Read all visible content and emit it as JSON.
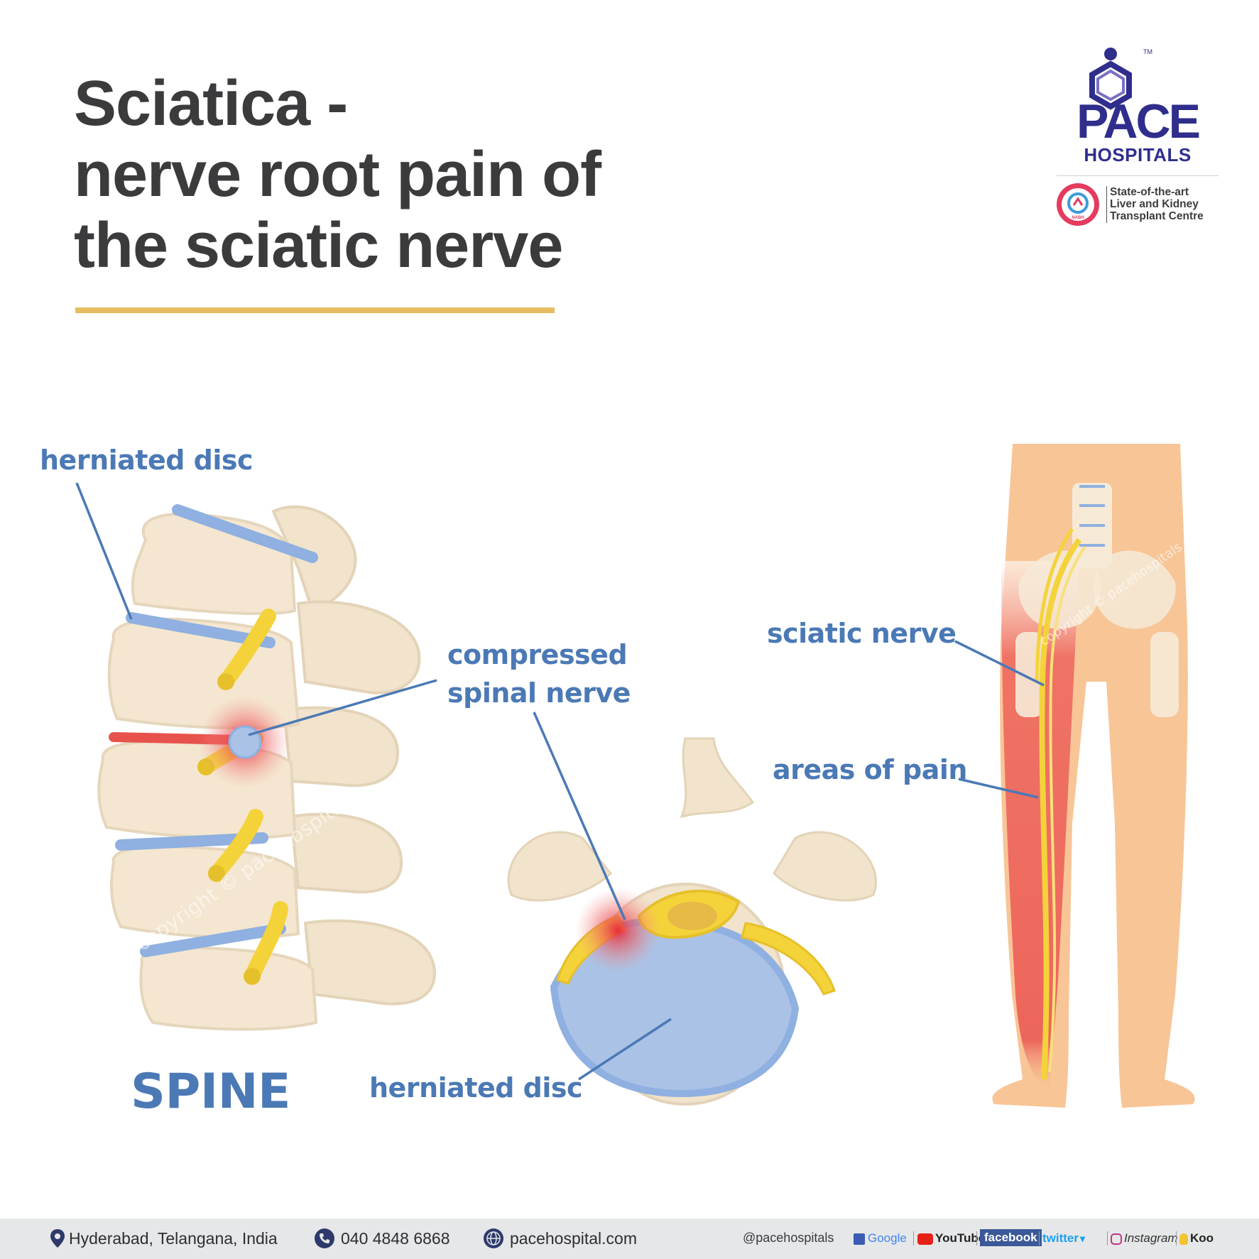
{
  "title": {
    "line1": "Sciatica -",
    "line2": "nerve root pain of",
    "line3": "the sciatic nerve"
  },
  "brand": {
    "name": "PACE",
    "subtitle": "HOSPITALS",
    "trademark": "TM",
    "accreditation_mark": "NABH",
    "tagline": [
      "State-of-the-art",
      "Liver and Kidney",
      "Transplant Centre"
    ]
  },
  "labels": {
    "herniated_disc_top": "herniated disc",
    "compressed_line1": "compressed",
    "compressed_line2": "spinal nerve",
    "spine": "SPINE",
    "herniated_disc_bottom": "herniated disc",
    "sciatic_nerve": "sciatic nerve",
    "areas_of_pain": "areas of pain"
  },
  "watermarks": [
    "copyright © pacehospitals",
    "copyright © pacehospitals"
  ],
  "colors": {
    "title": "#3b3b3d",
    "accent_rule": "#e6bd63",
    "label": "#4b79b5",
    "brand": "#2f2e8c",
    "bone": "#f4e6d0",
    "disc": "#a9c2e6",
    "nerve": "#f4d33a",
    "skin": "#f8c597",
    "pain": "#e9524f"
  },
  "footer": {
    "location": "Hyderabad, Telangana, India",
    "phone": "040 4848 6868",
    "website": "pacehospital.com",
    "handle": "@pacehospitals",
    "social": {
      "google": "Google",
      "youtube": "YouTube",
      "facebook": "facebook",
      "twitter": "twitter",
      "instagram": "Instagram",
      "koo": "Koo"
    }
  }
}
